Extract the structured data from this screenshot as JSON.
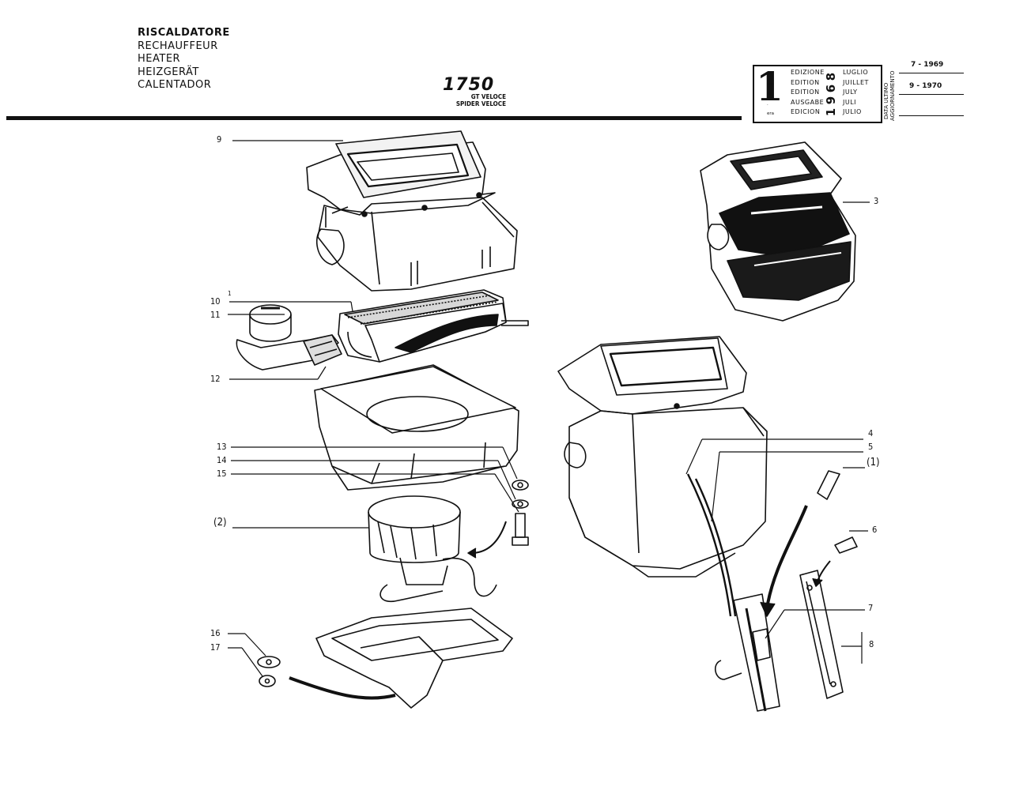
{
  "header": {
    "titles": [
      "RISCALDATORE",
      "RECHAUFFEUR",
      "HEATER",
      "HEIZGERÄT",
      "CALENTADOR"
    ],
    "model": "1750",
    "variants": [
      "GT VELOCE",
      "SPIDER VELOCE"
    ]
  },
  "edition_box": {
    "number": "1",
    "ordinals": [
      "a",
      "ere",
      "st",
      ".",
      "era"
    ],
    "labels": [
      "EDIZIONE",
      "EDITION",
      "EDITION",
      "AUSGABE",
      "EDICION"
    ],
    "year": "1968",
    "months": [
      "LUGLIO",
      "JUILLET",
      "JULY",
      "JULI",
      "JULIO"
    ],
    "side_label_1": "DATA ULTIMO",
    "side_label_2": "AGGIORNAMENTO",
    "updates": [
      "7 - 1969",
      "9 - 1970"
    ]
  },
  "callouts": {
    "c1": "1",
    "c2": "(2)",
    "c3": "3",
    "c4": "4",
    "c5": "5",
    "c6": "6",
    "c7": "7",
    "c8": "8",
    "c9": "9",
    "c10": "10",
    "c11": "11",
    "c12": "12",
    "c13": "13",
    "c14": "14",
    "c15": "15",
    "c16": "16",
    "c17": "17",
    "c1p": "(1)"
  },
  "colors": {
    "ink": "#111111",
    "paper": "#ffffff"
  }
}
